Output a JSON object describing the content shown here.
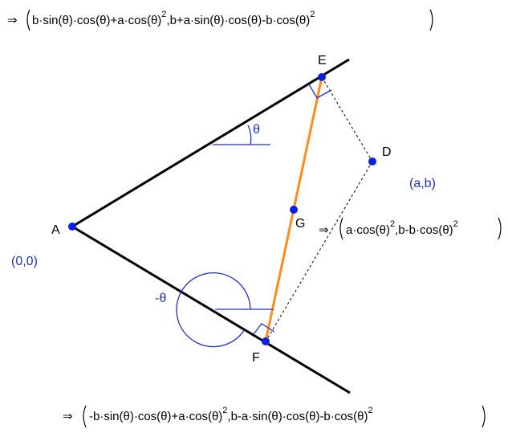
{
  "formulas": {
    "top": {
      "arrow": "⇒",
      "body": "b·sin(θ)·cos(θ)+a·cos(θ)",
      "exp1": "2",
      "mid": ",b+a·sin(θ)·cos(θ)-b·cos(θ)",
      "exp2": "2"
    },
    "g": {
      "arrow": "⇒",
      "body": "a·cos(θ)",
      "exp1": "2",
      "mid": ",b-b·cos(θ)",
      "exp2": "2"
    },
    "bottom": {
      "arrow": "⇒",
      "body": "-b·sin(θ)·cos(θ)+a·cos(θ)",
      "exp1": "2",
      "mid": ",b-a·sin(θ)·cos(θ)-b·cos(θ)",
      "exp2": "2"
    }
  },
  "points": {
    "A": "A",
    "D": "D",
    "E": "E",
    "F": "F",
    "G": "G"
  },
  "coordinates": {
    "origin": "(0,0)",
    "d": "(a,b)"
  },
  "angles": {
    "theta": "θ",
    "neg_theta": "-θ"
  },
  "colors": {
    "axis_line": "#000000",
    "segment_ef": "#ff8c1a",
    "point": "#0a1ee6",
    "angle_mark": "#1f2fd0",
    "dashed": "#000000"
  }
}
